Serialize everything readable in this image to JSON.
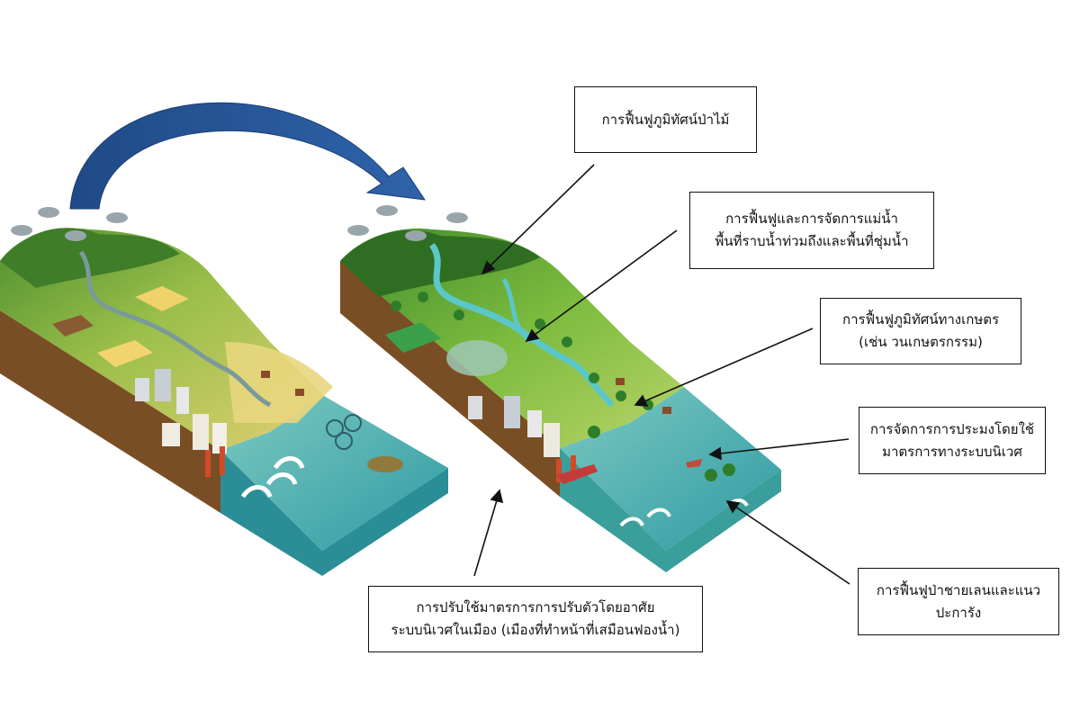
{
  "labels": {
    "forest": {
      "lines": [
        "การฟื้นฟูภูมิทัศน์ป่าไม้"
      ]
    },
    "river": {
      "lines": [
        "การฟื้นฟูและการจัดการแม่น้ำ",
        "พื้นที่ราบน้ำท่วมถึงและพื้นที่ชุ่มน้ำ"
      ]
    },
    "agri": {
      "lines": [
        "การฟื้นฟูภูมิทัศน์ทางเกษตร",
        "(เช่น วนเกษตรกรรม)"
      ]
    },
    "fishery": {
      "lines": [
        "การจัดการการประมงโดยใช้",
        "มาตรการทางระบบนิเวศ"
      ]
    },
    "city": {
      "lines": [
        "การปรับใช้มาตรการการปรับตัวโดยอาศัย",
        "ระบบนิเวศในเมือง (เมืองที่ทำหน้าที่เสมือนฟองน้ำ)"
      ]
    },
    "mangrove": {
      "lines": [
        "การฟื้นฟูป่าชายเลนและแนว",
        "ปะการัง"
      ]
    }
  },
  "colors": {
    "arrow": "#27518f",
    "sea": "#4db3b0",
    "land_dry": "#c9c26a",
    "land_green": "#6fae3c",
    "soil": "#8a5a2b"
  }
}
